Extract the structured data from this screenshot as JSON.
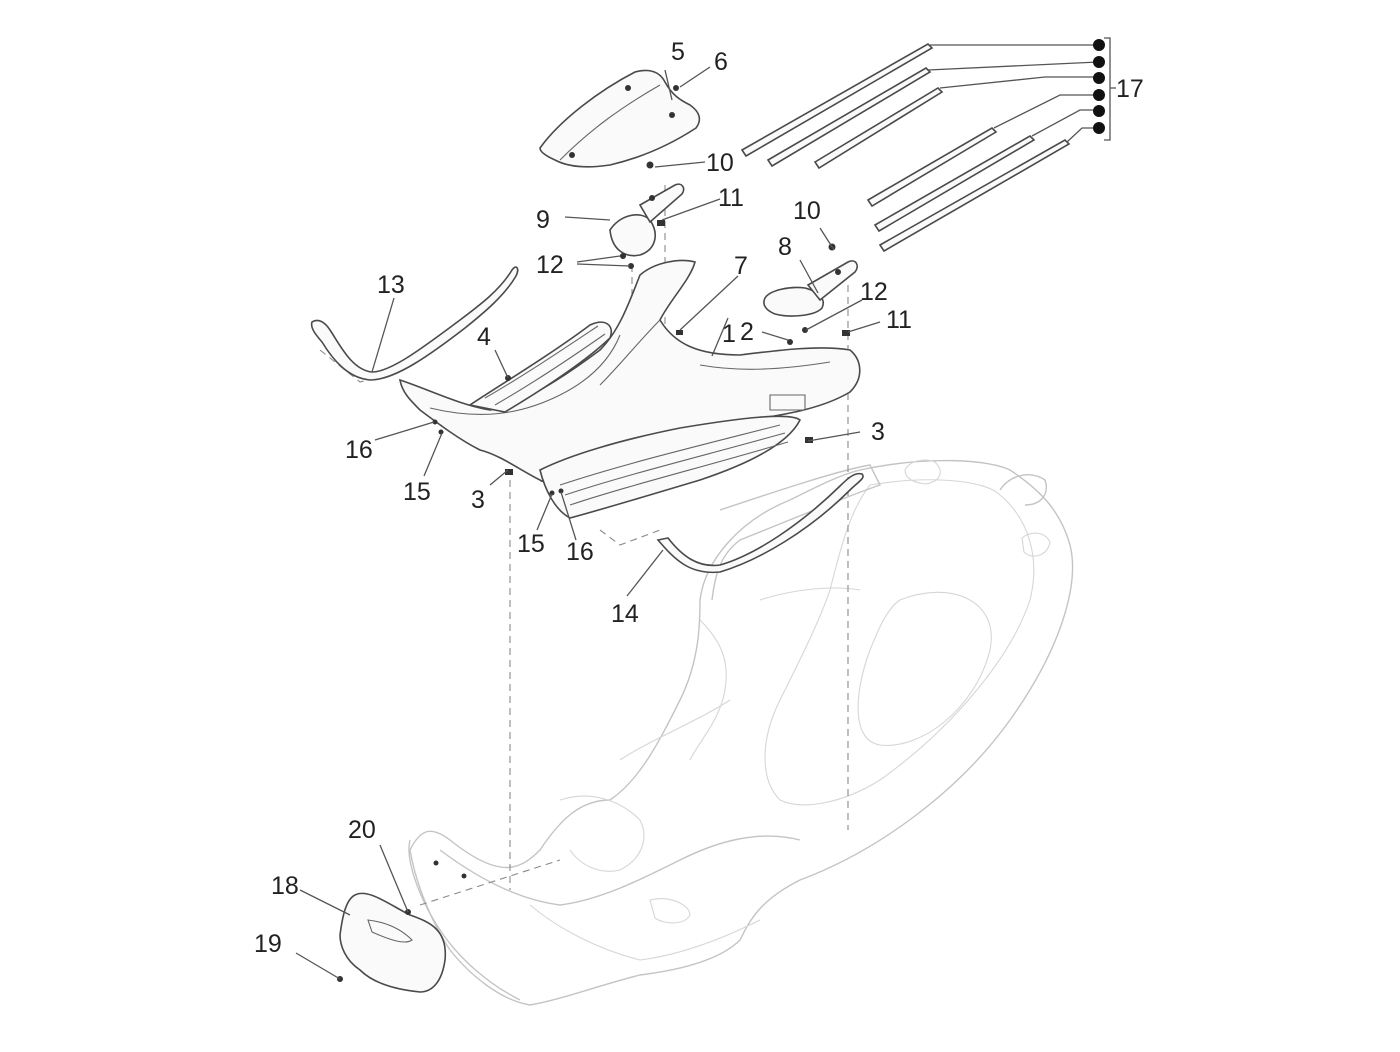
{
  "diagram": {
    "type": "exploded-parts-diagram",
    "subject": "Scooter floorboard / central cover assembly",
    "callouts": [
      {
        "id": "c1",
        "label": "1"
      },
      {
        "id": "c2",
        "label": "2"
      },
      {
        "id": "c3a",
        "label": "3"
      },
      {
        "id": "c3b",
        "label": "3"
      },
      {
        "id": "c4",
        "label": "4"
      },
      {
        "id": "c5",
        "label": "5"
      },
      {
        "id": "c6",
        "label": "6"
      },
      {
        "id": "c7",
        "label": "7"
      },
      {
        "id": "c8",
        "label": "8"
      },
      {
        "id": "c9",
        "label": "9"
      },
      {
        "id": "c10a",
        "label": "10"
      },
      {
        "id": "c10b",
        "label": "10"
      },
      {
        "id": "c11a",
        "label": "11"
      },
      {
        "id": "c11b",
        "label": "11"
      },
      {
        "id": "c12a",
        "label": "12"
      },
      {
        "id": "c12b",
        "label": "12"
      },
      {
        "id": "c13",
        "label": "13"
      },
      {
        "id": "c14",
        "label": "14"
      },
      {
        "id": "c15a",
        "label": "15"
      },
      {
        "id": "c15b",
        "label": "15"
      },
      {
        "id": "c16a",
        "label": "16"
      },
      {
        "id": "c16b",
        "label": "16"
      },
      {
        "id": "c17",
        "label": "17"
      },
      {
        "id": "c18",
        "label": "18"
      },
      {
        "id": "c19",
        "label": "19"
      },
      {
        "id": "c20",
        "label": "20"
      }
    ],
    "rubber_strip_count": 6
  }
}
